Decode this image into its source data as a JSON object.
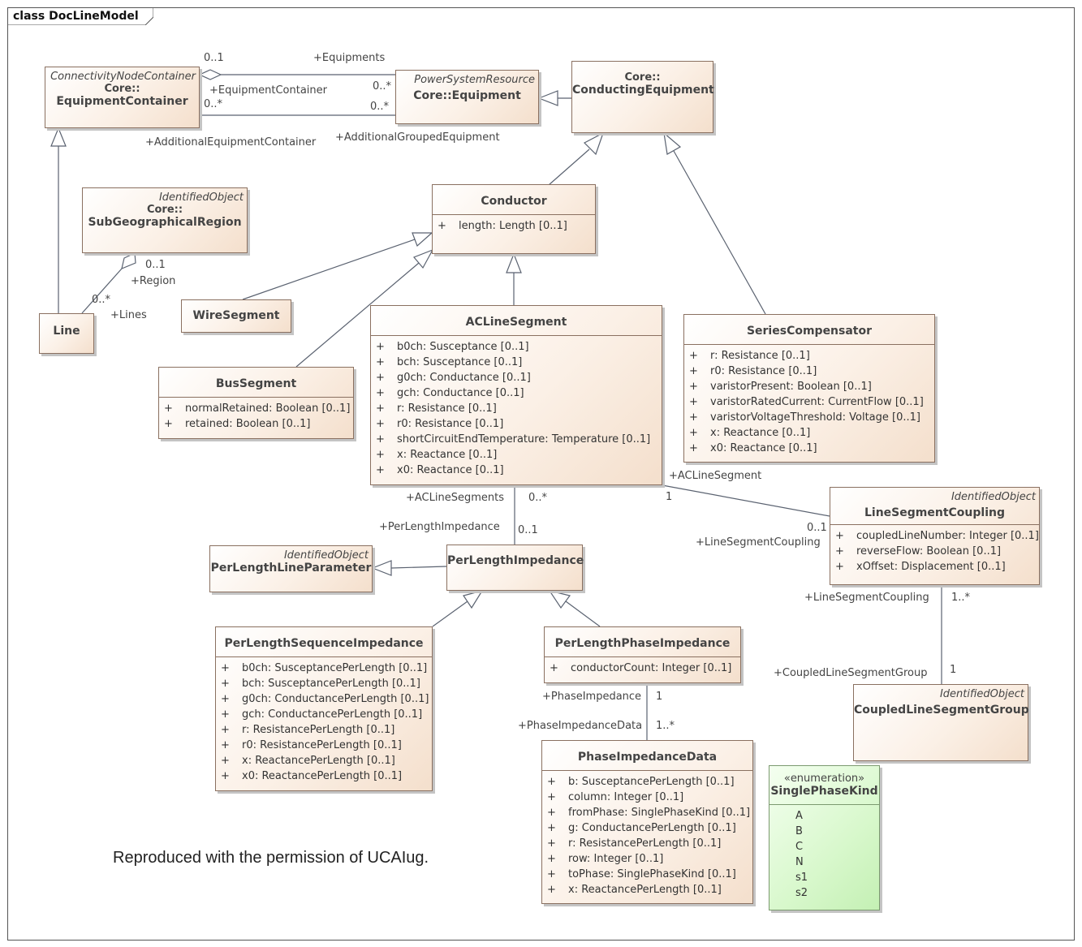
{
  "diagram_title": "class DocLineModel",
  "footer_note": "Reproduced with the permission of UCAIug.",
  "classes": {
    "equipment_container": {
      "stereotype": "ConnectivityNodeContainer",
      "package": "Core::",
      "name": "EquipmentContainer"
    },
    "equipment": {
      "stereotype": "PowerSystemResource",
      "name": "Core::Equipment"
    },
    "conducting_equipment": {
      "package": "Core::",
      "name": "ConductingEquipment"
    },
    "sub_geographical_region": {
      "stereotype": "IdentifiedObject",
      "package": "Core::",
      "name": "SubGeographicalRegion"
    },
    "line": {
      "name": "Line"
    },
    "conductor": {
      "name": "Conductor",
      "attributes": [
        "length: Length [0..1]"
      ]
    },
    "wire_segment": {
      "name": "WireSegment"
    },
    "bus_segment": {
      "name": "BusSegment",
      "attributes": [
        "normalRetained: Boolean [0..1]",
        "retained: Boolean [0..1]"
      ]
    },
    "ac_line_segment": {
      "name": "ACLineSegment",
      "attributes": [
        "b0ch: Susceptance [0..1]",
        "bch: Susceptance [0..1]",
        "g0ch: Conductance [0..1]",
        "gch: Conductance [0..1]",
        "r: Resistance [0..1]",
        "r0: Resistance [0..1]",
        "shortCircuitEndTemperature: Temperature [0..1]",
        "x: Reactance [0..1]",
        "x0: Reactance [0..1]"
      ]
    },
    "series_compensator": {
      "name": "SeriesCompensator",
      "attributes": [
        "r: Resistance [0..1]",
        "r0: Resistance [0..1]",
        "varistorPresent: Boolean [0..1]",
        "varistorRatedCurrent: CurrentFlow [0..1]",
        "varistorVoltageThreshold: Voltage [0..1]",
        "x: Reactance [0..1]",
        "x0: Reactance [0..1]"
      ]
    },
    "line_segment_coupling": {
      "stereotype": "IdentifiedObject",
      "name": "LineSegmentCoupling",
      "attributes": [
        "coupledLineNumber: Integer [0..1]",
        "reverseFlow: Boolean [0..1]",
        "xOffset: Displacement [0..1]"
      ]
    },
    "per_length_line_parameter": {
      "stereotype": "IdentifiedObject",
      "name": "PerLengthLineParameter"
    },
    "per_length_impedance": {
      "name": "PerLengthImpedance"
    },
    "per_length_sequence_impedance": {
      "name": "PerLengthSequenceImpedance",
      "attributes": [
        "b0ch: SusceptancePerLength [0..1]",
        "bch: SusceptancePerLength [0..1]",
        "g0ch: ConductancePerLength [0..1]",
        "gch: ConductancePerLength [0..1]",
        "r: ResistancePerLength [0..1]",
        "r0: ResistancePerLength [0..1]",
        "x: ReactancePerLength [0..1]",
        "x0: ReactancePerLength [0..1]"
      ]
    },
    "per_length_phase_impedance": {
      "name": "PerLengthPhaseImpedance",
      "attributes": [
        "conductorCount: Integer [0..1]"
      ]
    },
    "phase_impedance_data": {
      "name": "PhaseImpedanceData",
      "attributes": [
        "b: SusceptancePerLength [0..1]",
        "column: Integer [0..1]",
        "fromPhase: SinglePhaseKind [0..1]",
        "g: ConductancePerLength [0..1]",
        "r: ResistancePerLength [0..1]",
        "row: Integer [0..1]",
        "toPhase: SinglePhaseKind [0..1]",
        "x: ReactancePerLength [0..1]"
      ]
    },
    "coupled_line_segment_group": {
      "stereotype": "IdentifiedObject",
      "name": "CoupledLineSegmentGroup"
    },
    "single_phase_kind": {
      "stereotype": "«enumeration»",
      "name": "SinglePhaseKind",
      "literals": [
        "A",
        "B",
        "C",
        "N",
        "s1",
        "s2"
      ]
    }
  },
  "attribute_visibility": "+",
  "role_labels": {
    "equipments": "+Equipments",
    "equipment_container": "+EquipmentContainer",
    "additional_equipment_container": "+AdditionalEquipmentContainer",
    "additional_grouped_equipment": "+AdditionalGroupedEquipment",
    "region": "+Region",
    "lines": "+Lines",
    "ac_line_segments": "+ACLineSegments",
    "per_length_impedance": "+PerLengthImpedance",
    "ac_line_segment": "+ACLineSegment",
    "line_segment_coupling_a": "+LineSegmentCoupling",
    "line_segment_coupling_b": "+LineSegmentCoupling",
    "coupled_line_segment_group": "+CoupledLineSegmentGroup",
    "phase_impedance": "+PhaseImpedance",
    "phase_impedance_data": "+PhaseImpedanceData"
  },
  "multiplicities": {
    "container_equipments_src": "0..1",
    "container_equipments_dst": "0..*",
    "additional_src": "0..*",
    "additional_dst": "0..*",
    "region": "0..1",
    "lines": "0..*",
    "acls_many": "0..*",
    "pli_one": "0..1",
    "acls_coupling_one": "1",
    "coupling_zero_one": "0..1",
    "coupling_many": "1..*",
    "group_one": "1",
    "phase_one": "1",
    "phase_data_many": "1..*"
  }
}
